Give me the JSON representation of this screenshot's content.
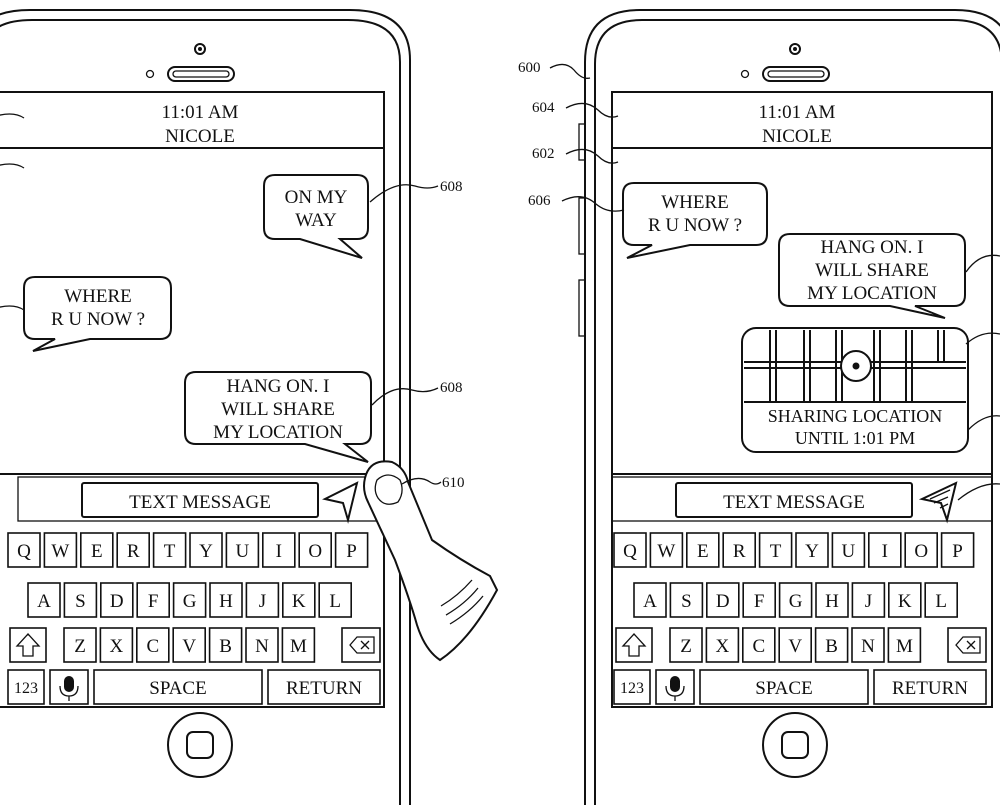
{
  "left_phone": {
    "time": "11:01 AM",
    "contact": "NICOLE",
    "messages": [
      {
        "lines": [
          "ON MY",
          "WAY"
        ]
      },
      {
        "lines": [
          "WHERE",
          "R U NOW ?"
        ]
      },
      {
        "lines": [
          "HANG ON. I",
          "WILL SHARE",
          "MY LOCATION"
        ]
      }
    ],
    "text_field": "TEXT MESSAGE",
    "refs": {
      "msg1": "608",
      "msg3": "608",
      "send": "610"
    }
  },
  "right_phone": {
    "time": "11:01 AM",
    "contact": "NICOLE",
    "messages": [
      {
        "lines": [
          "WHERE",
          "R U NOW ?"
        ]
      },
      {
        "lines": [
          "HANG ON. I",
          "WILL SHARE",
          "MY LOCATION"
        ]
      }
    ],
    "location_card": {
      "lines": [
        "SHARING LOCATION",
        "UNTIL 1:01 PM"
      ]
    },
    "text_field": "TEXT MESSAGE",
    "refs": {
      "device": "600",
      "header": "604",
      "conversation": "602",
      "msg": "606"
    }
  },
  "keyboard": {
    "row1": [
      "Q",
      "W",
      "E",
      "R",
      "T",
      "Y",
      "U",
      "I",
      "O",
      "P"
    ],
    "row2": [
      "A",
      "S",
      "D",
      "F",
      "G",
      "H",
      "J",
      "K",
      "L"
    ],
    "row3": [
      "Z",
      "X",
      "C",
      "V",
      "B",
      "N",
      "M"
    ],
    "numbers": "123",
    "space": "SPACE",
    "return": "RETURN"
  },
  "icons": [
    "camera-icon",
    "speaker-icon",
    "send-icon",
    "shift-icon",
    "backspace-icon",
    "mic-icon",
    "home-button-icon",
    "map-pin-icon",
    "finger-icon"
  ]
}
